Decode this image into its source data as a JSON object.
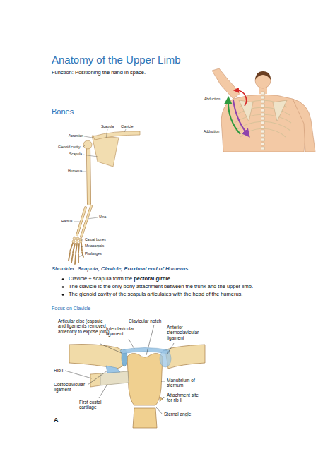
{
  "diagram": {
    "title": "Anatomy of the Upper Limb",
    "labels": [
      "Function: Positioning the hand in space.",
      "Bones",
      "Abduction",
      "Adduction",
      "Clavicle",
      "Scapula",
      "Acromion",
      "Glenoid cavity",
      "Scapula",
      "Humerus",
      "Ulna",
      "Radius",
      "Carpal bones",
      "Metacarpals",
      "Phalanges",
      "Shoulder: Scapula, Clavicle, Proximal end of Humerus",
      "Clavicle + scapula form the",
      "pectoral girdle",
      ".",
      "The clavicle is the only bony attachment between the trunk and the upper limb.",
      "The glenoid cavity of the scapula articulates with the head of the humerus.",
      "Focus on Clavicle",
      "Articular disc (capsule and ligaments removed anteriorly to expose joint)",
      "Clavicular notch",
      "Interclavicular ligament",
      "Anterior sternoclavicular ligament",
      "Rib I",
      "Costoclavicular ligament",
      "First costal cartilage",
      "Manubrium of sternum",
      "Attachment site for rib II",
      "Sternal angle",
      "A"
    ]
  }
}
